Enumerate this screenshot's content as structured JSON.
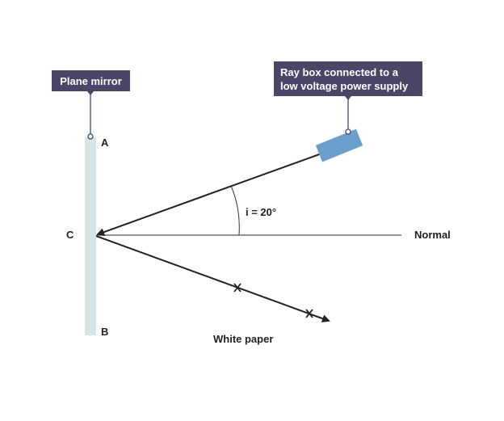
{
  "labels": {
    "plane_mirror": "Plane mirror",
    "ray_box_line1": "Ray box connected to a",
    "ray_box_line2": "low voltage power supply",
    "point_a": "A",
    "point_b": "B",
    "point_c": "C",
    "normal": "Normal",
    "white_paper": "White paper",
    "angle": "i = 20°"
  },
  "colors": {
    "label_box": "#4a4668",
    "mirror": "#d6e5e5",
    "ray_box": "#6a9fcc",
    "ray": "#222222",
    "normal_line": "#6f6d85"
  }
}
